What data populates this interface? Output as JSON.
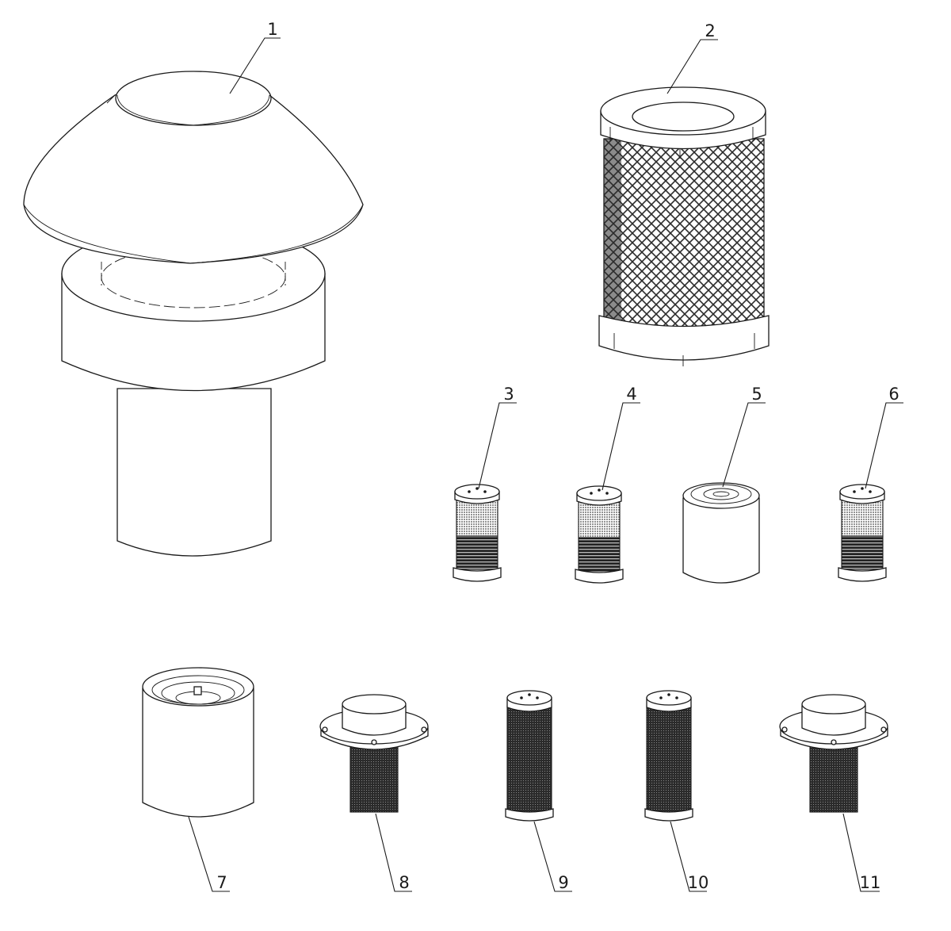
{
  "callouts": {
    "c1": "1",
    "c2": "2",
    "c3": "3",
    "c4": "4",
    "c5": "5",
    "c6": "6",
    "c7": "7",
    "c8": "8",
    "c9": "9",
    "c10": "10",
    "c11": "11"
  },
  "colors": {
    "line": "#1a1a1a",
    "background": "#ffffff",
    "mesh": "#2b2b2b"
  },
  "parts": [
    {
      "id": "1",
      "kind": "cone-cap-air-intake"
    },
    {
      "id": "2",
      "kind": "large-mesh-air-filter"
    },
    {
      "id": "3",
      "kind": "small-filter-element"
    },
    {
      "id": "4",
      "kind": "small-filter-element"
    },
    {
      "id": "5",
      "kind": "spin-on-filter"
    },
    {
      "id": "6",
      "kind": "small-filter-element"
    },
    {
      "id": "7",
      "kind": "spin-on-filter"
    },
    {
      "id": "8",
      "kind": "flanged-breather-filter"
    },
    {
      "id": "9",
      "kind": "mesh-filter-element"
    },
    {
      "id": "10",
      "kind": "mesh-filter-element"
    },
    {
      "id": "11",
      "kind": "flanged-breather-filter"
    }
  ]
}
